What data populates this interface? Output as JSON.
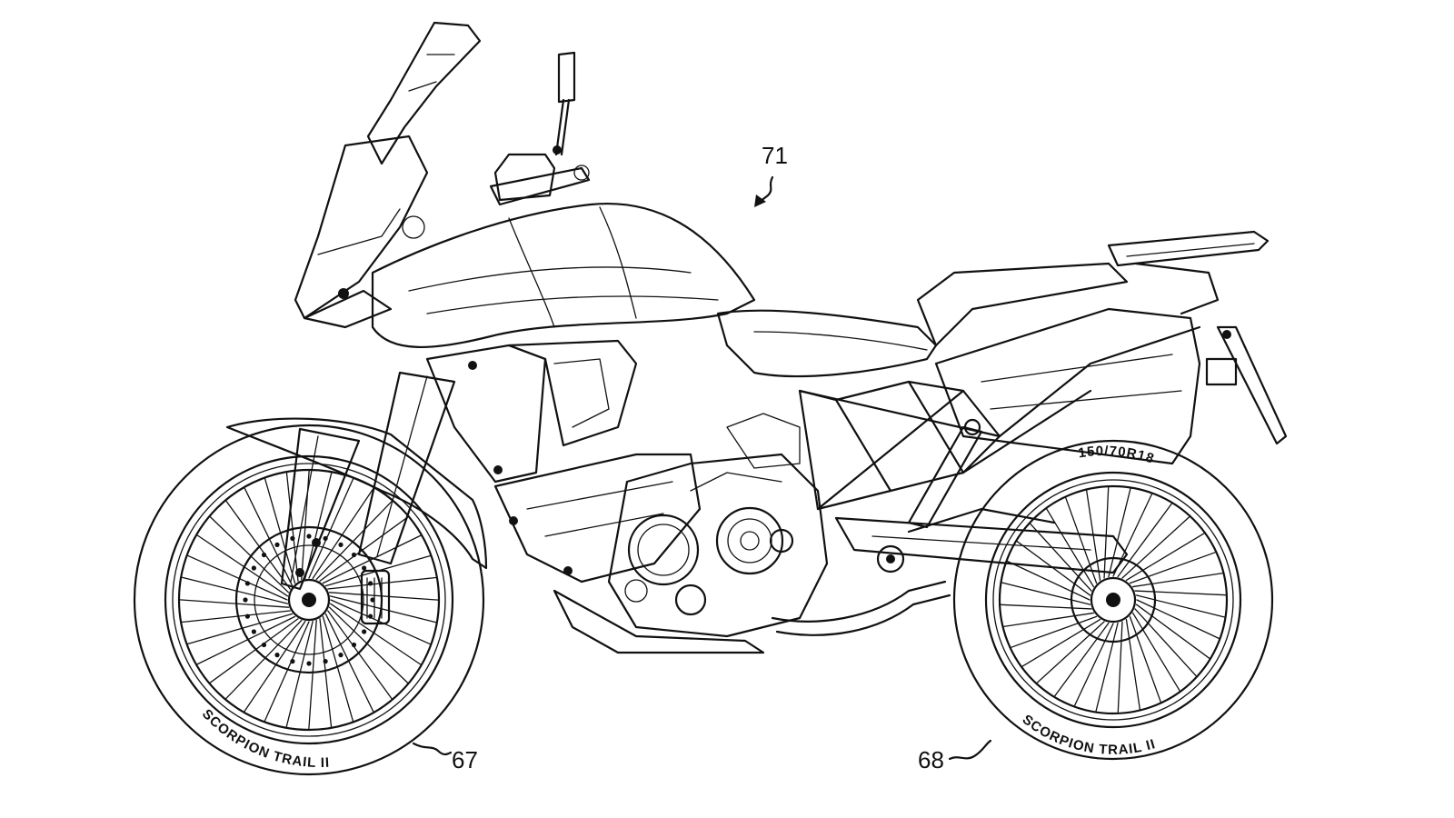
{
  "reference_numerals": {
    "vehicle": "71",
    "front_wheel": "67",
    "rear_wheel": "68"
  },
  "tyre_markings": {
    "front_brand": "SCORPION TRAIL II",
    "rear_brand": "SCORPION TRAIL II",
    "rear_size": "150/70R18"
  },
  "colors": {
    "line": "#111111",
    "background": "#ffffff"
  }
}
